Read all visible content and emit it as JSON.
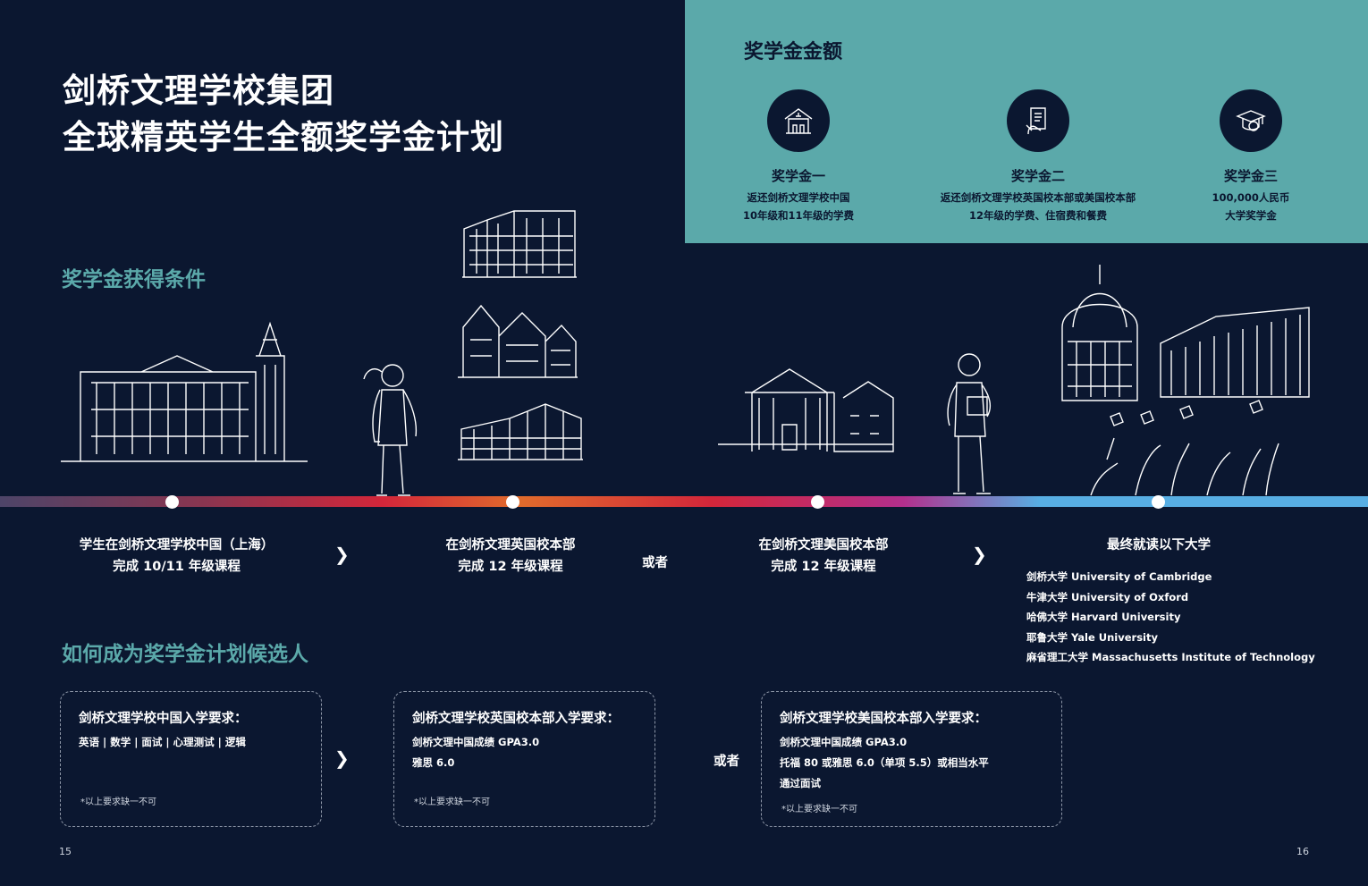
{
  "title": {
    "line1": "剑桥文理学校集团",
    "line2": "全球精英学生全额奖学金计划"
  },
  "amount_panel": {
    "heading": "奖学金金额",
    "awards": [
      {
        "icon": "school-building-icon",
        "name": "奖学金一",
        "desc1": "返还剑桥文理学校中国",
        "desc2": "10年级和11年级的学费"
      },
      {
        "icon": "document-hand-icon",
        "name": "奖学金二",
        "desc1": "返还剑桥文理学校英国校本部或美国校本部",
        "desc2": "12年级的学费、住宿费和餐费"
      },
      {
        "icon": "graduation-cap-coin-icon",
        "name": "奖学金三",
        "desc1": "100,000人民币",
        "desc2": "大学奖学金"
      }
    ]
  },
  "conditions_heading": "奖学金获得条件",
  "timeline": {
    "step1": {
      "line1": "学生在剑桥文理学校中国（上海）",
      "line2": "完成 10/11 年级课程"
    },
    "step2": {
      "line1": "在剑桥文理英国校本部",
      "line2": "完成 12 年级课程"
    },
    "or": "或者",
    "step3": {
      "line1": "在剑桥文理美国校本部",
      "line2": "完成 12 年级课程"
    },
    "step4": {
      "heading": "最终就读以下大学"
    },
    "chevron": "❯",
    "universities": [
      "剑桥大学 University of Cambridge",
      "牛津大学 University of Oxford",
      "哈佛大学 Harvard University",
      "耶鲁大学 Yale University",
      "麻省理工大学 Massachusetts Institute of Technology"
    ]
  },
  "candidate_heading": "如何成为奖学金计划候选人",
  "requirements": {
    "china": {
      "title": "剑桥文理学校中国入学要求：",
      "lines": [
        "英语 | 数学 | 面试 | 心理测试 | 逻辑"
      ],
      "note": "*以上要求缺一不可"
    },
    "uk": {
      "title": "剑桥文理学校英国校本部入学要求：",
      "lines": [
        "剑桥文理中国成绩 GPA3.0",
        "雅思 6.0"
      ],
      "note": "*以上要求缺一不可"
    },
    "or": "或者",
    "us": {
      "title": "剑桥文理学校美国校本部入学要求：",
      "lines": [
        "剑桥文理中国成绩 GPA3.0",
        "托福 80 或雅思 6.0（单项 5.5）或相当水平",
        "通过面试"
      ],
      "note": "*以上要求缺一不可"
    }
  },
  "page_numbers": {
    "left": "15",
    "right": "16"
  },
  "colors": {
    "background": "#0b1730",
    "teal": "#5ba9aa",
    "timeline_red": "#d3263a",
    "timeline_blue": "#58aee3"
  }
}
